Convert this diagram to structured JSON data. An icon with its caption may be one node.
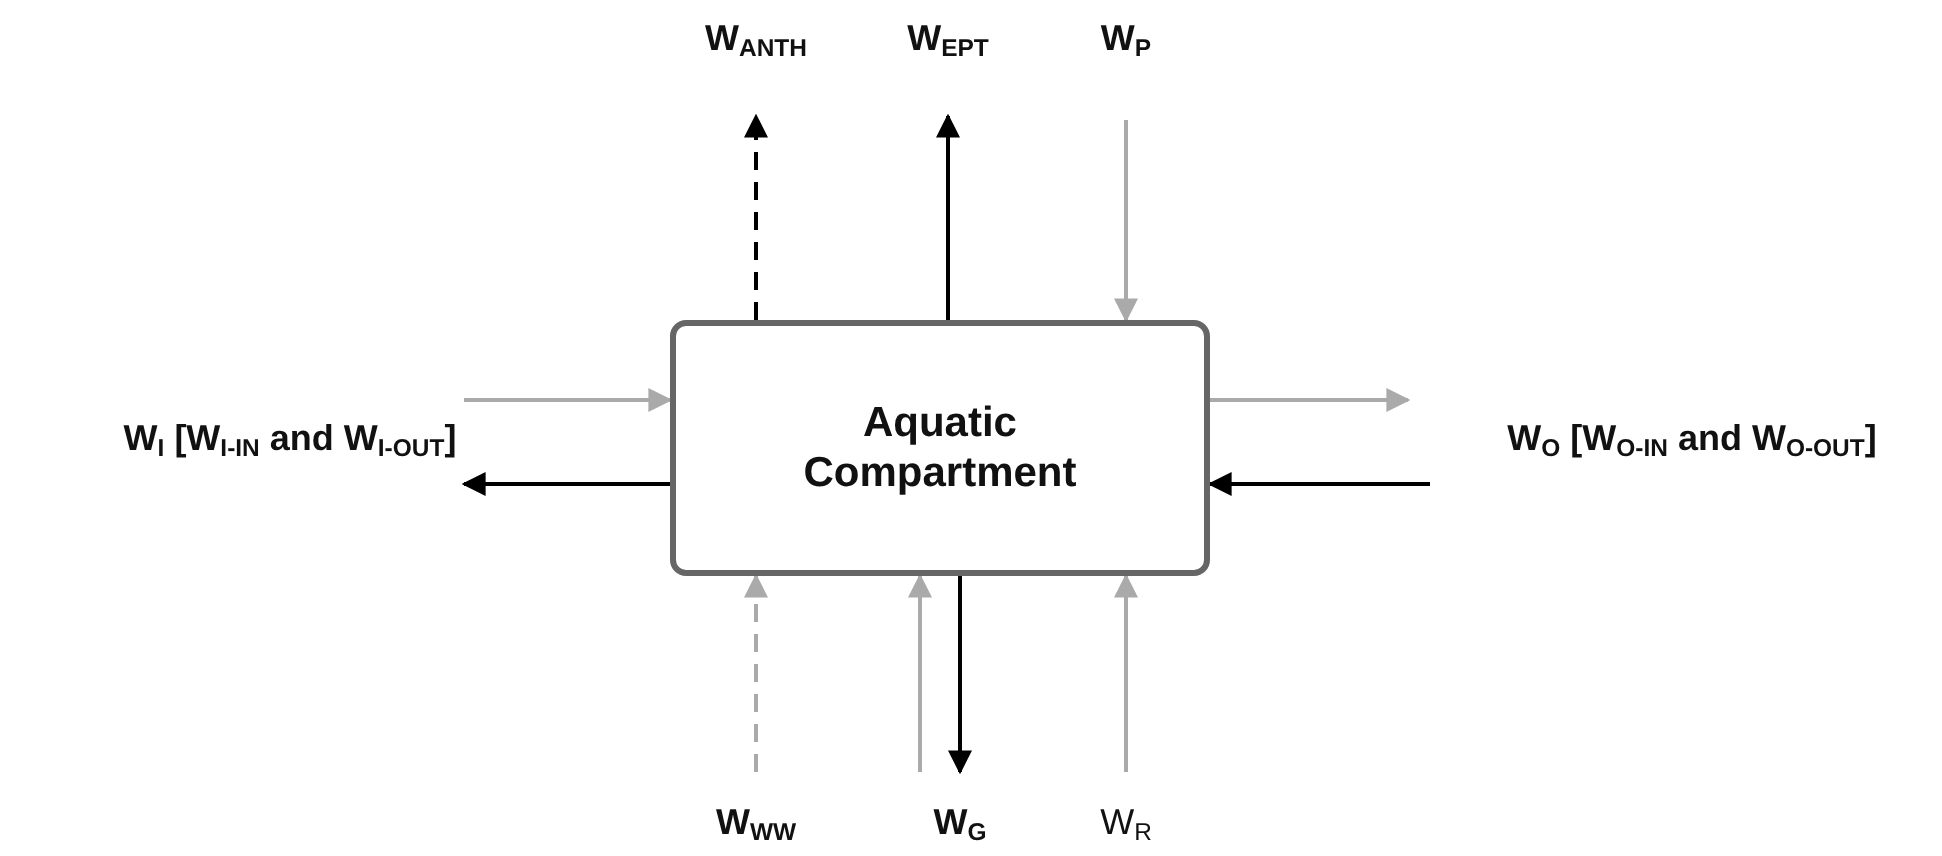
{
  "diagram": {
    "nodes": [
      {
        "text": [
          "Aquatic Compartment"
        ]
      },
      {
        "text": [
          "W$_{ANTH}$"
        ]
      },
      {
        "text": [
          "W$_{EPT}$"
        ]
      },
      {
        "text": [
          "W$_{P}$"
        ]
      },
      {
        "text": [
          "W$_{I}$ [W$_{I-IN}$ and W$_{I-OUT}$]"
        ]
      },
      {
        "text": [
          "W$_{O}$ [W$_{O-IN}$ and W$_{O-OUT}$]"
        ]
      },
      {
        "text": [
          "W$_{WW}$"
        ]
      },
      {
        "text": [
          "W$_{G}$"
        ]
      },
      {
        "text": [
          "W$_{R}$"
        ]
      }
    ],
    "edges": [
      {
        "from": 0,
        "to": 1,
        "arrow": "to",
        "style": "dashed",
        "color": "#000000"
      },
      {
        "from": 0,
        "to": 2,
        "arrow": "to",
        "color": "#000000"
      },
      {
        "from": 3,
        "to": 0,
        "arrow": "to"
      },
      {
        "from": 4,
        "to": 0,
        "arrow": "to"
      },
      {
        "from": 0,
        "to": 4,
        "arrow": "to",
        "color": "#000000"
      },
      {
        "from": 0,
        "to": 5,
        "arrow": "to"
      },
      {
        "from": 5,
        "to": 0,
        "arrow": "to",
        "color": "#000000"
      },
      {
        "from": 6,
        "to": 0,
        "arrow": "to",
        "style": "dashed"
      },
      {
        "from": 7,
        "to": 0,
        "arrow": "to"
      },
      {
        "from": 0,
        "to": 7,
        "arrow": "to",
        "color": "#000000"
      },
      {
        "from": 8,
        "to": 0,
        "arrow": "to"
      }
    ]
  }
}
